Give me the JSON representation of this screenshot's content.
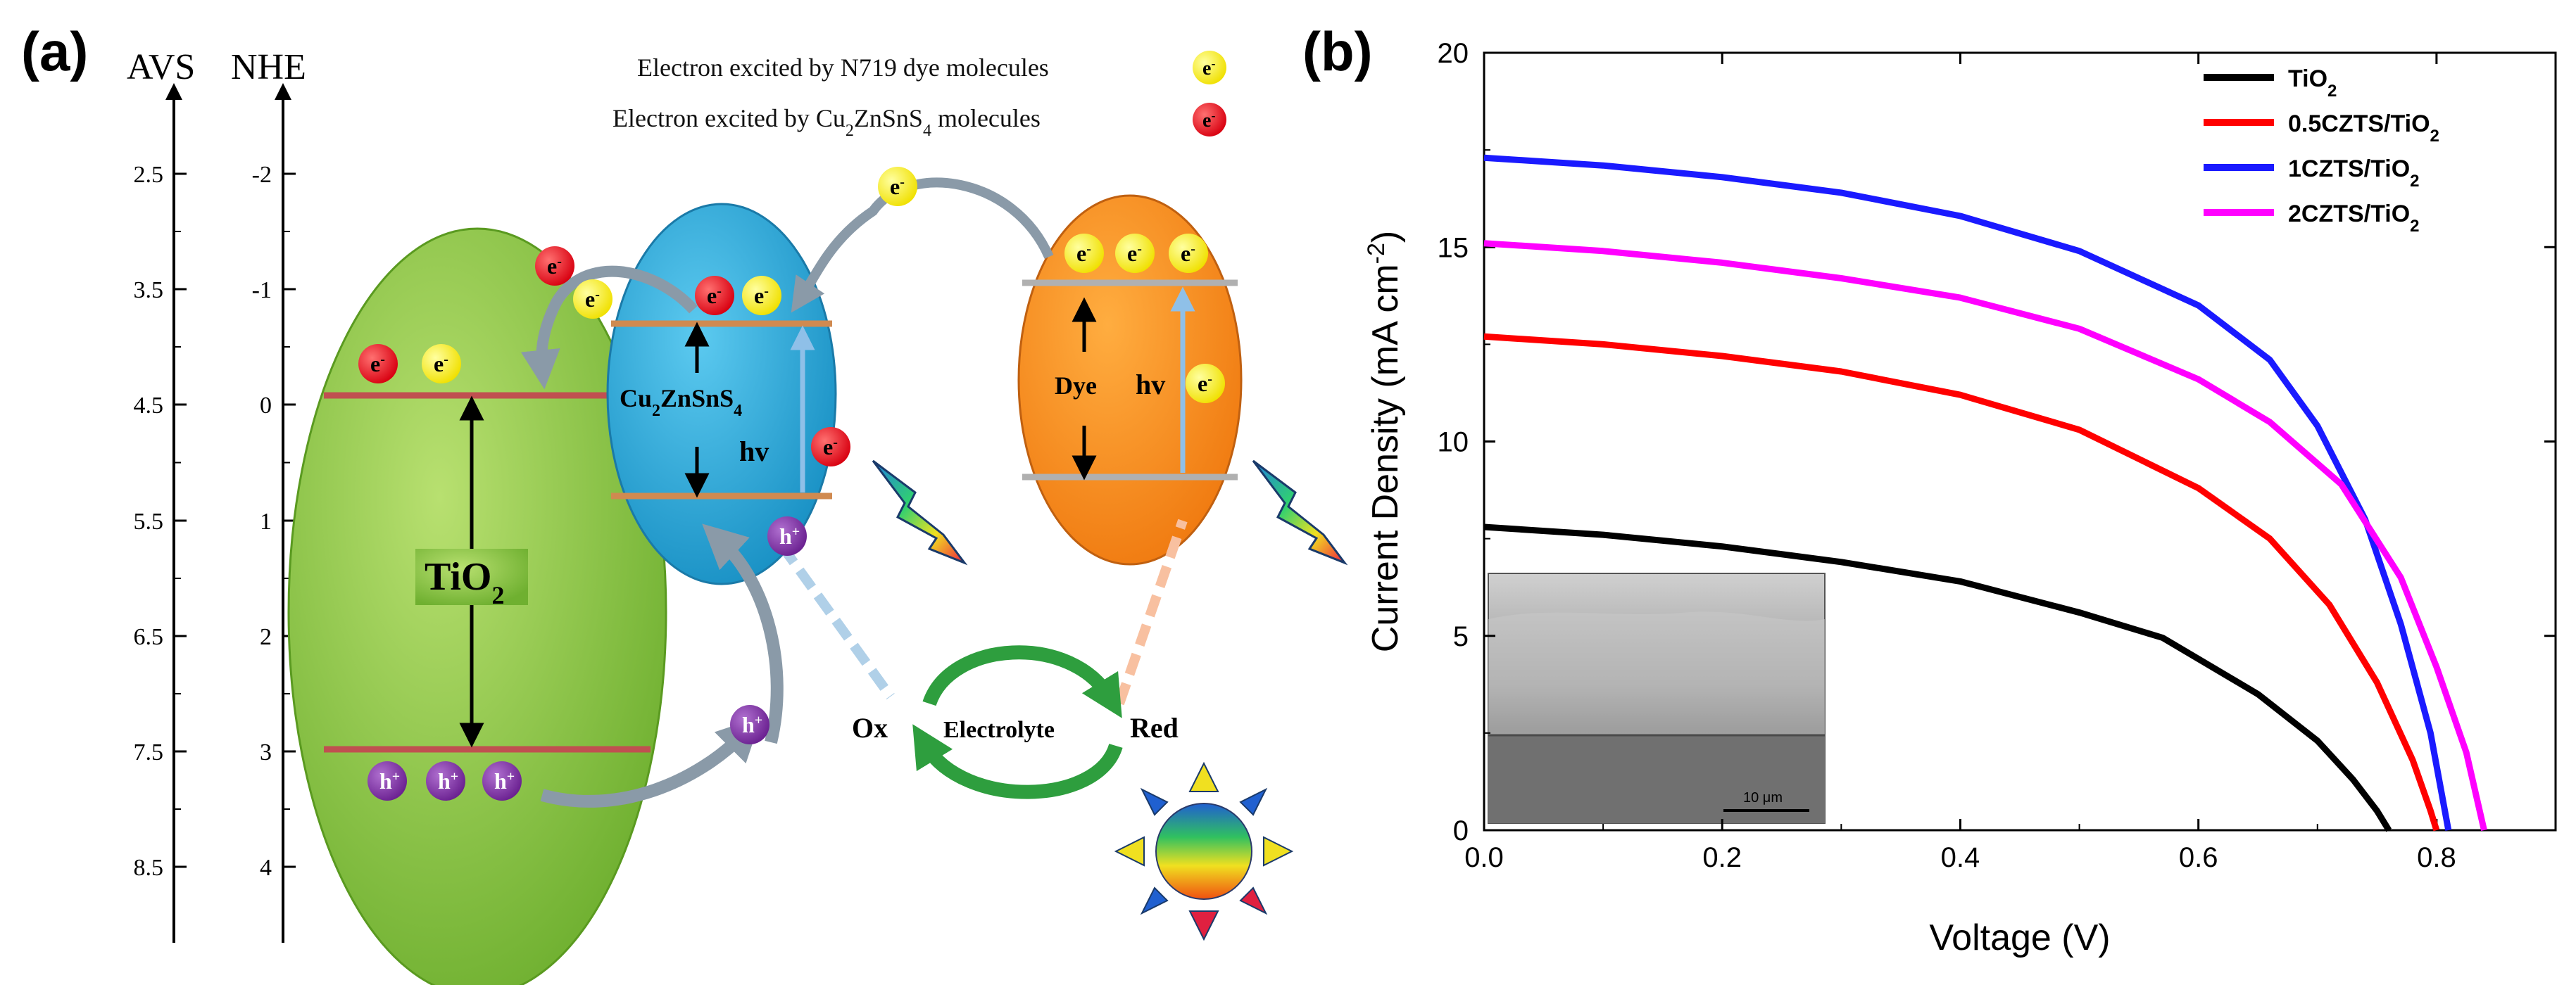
{
  "panel_a": {
    "label": "(a)",
    "axis_avs_title": "AVS",
    "axis_nhe_title": "NHE",
    "avs_ticks": [
      "2.5",
      "3.5",
      "4.5",
      "5.5",
      "6.5",
      "7.5",
      "8.5"
    ],
    "nhe_ticks": [
      "-2",
      "-1",
      "0",
      "1",
      "2",
      "3",
      "4"
    ],
    "legend_n719": "Electron excited by N719 dye molecules",
    "legend_czts_pre": "Electron excited by Cu",
    "legend_czts_sub1": "2",
    "legend_czts_mid": "ZnSnS",
    "legend_czts_sub2": "4",
    "legend_czts_post": " molecules",
    "electron_symbol": "e",
    "charge_minus": "-",
    "hole_symbol": "h",
    "charge_plus": "+",
    "tio2_main": "TiO",
    "tio2_sub": "2",
    "czts_pre": "Cu",
    "czts_sub1": "2",
    "czts_mid": "ZnSnS",
    "czts_sub2": "4",
    "hv": "hv",
    "dye": "Dye",
    "ox": "Ox",
    "electrolyte": "Electrolyte",
    "red": "Red",
    "colors": {
      "tio2": "#8dc63f",
      "czts": "#29a9d8",
      "dye": "#f7941d",
      "electron_yellow": "#f5f00c",
      "electron_red": "#e5141c",
      "hole": "#7b2f9e",
      "electrolyte_arrow": "#2e9e3e"
    }
  },
  "panel_b": {
    "label": "(b)",
    "inset_scale_label": "10 μm"
  },
  "chart_data": {
    "type": "line",
    "title": "",
    "xlabel": "Voltage (V)",
    "ylabel_main": "Current Density (mA cm",
    "ylabel_sup": "-2",
    "ylabel_close": ")",
    "xlim": [
      0,
      0.9
    ],
    "ylim": [
      0,
      20
    ],
    "x_ticks": [
      "0.0",
      "0.2",
      "0.4",
      "0.6",
      "0.8"
    ],
    "y_ticks": [
      "0",
      "5",
      "10",
      "15",
      "20"
    ],
    "legend_position": "top-right",
    "grid": false,
    "series": [
      {
        "name_main": "TiO",
        "name_sub": "2",
        "color": "#000000",
        "points": [
          [
            0,
            7.8
          ],
          [
            0.1,
            7.6
          ],
          [
            0.2,
            7.3
          ],
          [
            0.3,
            6.9
          ],
          [
            0.4,
            6.4
          ],
          [
            0.5,
            5.6
          ],
          [
            0.57,
            4.95
          ],
          [
            0.65,
            3.5
          ],
          [
            0.7,
            2.3
          ],
          [
            0.73,
            1.3
          ],
          [
            0.75,
            0.5
          ],
          [
            0.76,
            0
          ]
        ]
      },
      {
        "name_main": "0.5CZTS/TiO",
        "name_sub": "2",
        "color": "#ff0000",
        "points": [
          [
            0,
            12.7
          ],
          [
            0.1,
            12.5
          ],
          [
            0.2,
            12.2
          ],
          [
            0.3,
            11.8
          ],
          [
            0.4,
            11.2
          ],
          [
            0.5,
            10.3
          ],
          [
            0.6,
            8.8
          ],
          [
            0.66,
            7.5
          ],
          [
            0.71,
            5.8
          ],
          [
            0.75,
            3.8
          ],
          [
            0.78,
            1.8
          ],
          [
            0.795,
            0.5
          ],
          [
            0.8,
            0
          ]
        ]
      },
      {
        "name_main": "1CZTS/TiO",
        "name_sub": "2",
        "color": "#1a1aff",
        "points": [
          [
            0,
            17.3
          ],
          [
            0.1,
            17.1
          ],
          [
            0.2,
            16.8
          ],
          [
            0.3,
            16.4
          ],
          [
            0.4,
            15.8
          ],
          [
            0.5,
            14.9
          ],
          [
            0.6,
            13.5
          ],
          [
            0.66,
            12.1
          ],
          [
            0.7,
            10.4
          ],
          [
            0.74,
            8.0
          ],
          [
            0.77,
            5.3
          ],
          [
            0.795,
            2.5
          ],
          [
            0.81,
            0
          ]
        ]
      },
      {
        "name_main": "2CZTS/TiO",
        "name_sub": "2",
        "color": "#ff00ff",
        "points": [
          [
            0,
            15.1
          ],
          [
            0.1,
            14.9
          ],
          [
            0.2,
            14.6
          ],
          [
            0.3,
            14.2
          ],
          [
            0.4,
            13.7
          ],
          [
            0.5,
            12.9
          ],
          [
            0.6,
            11.6
          ],
          [
            0.66,
            10.5
          ],
          [
            0.72,
            8.9
          ],
          [
            0.77,
            6.5
          ],
          [
            0.8,
            4.2
          ],
          [
            0.825,
            2.0
          ],
          [
            0.84,
            0
          ]
        ]
      }
    ]
  }
}
